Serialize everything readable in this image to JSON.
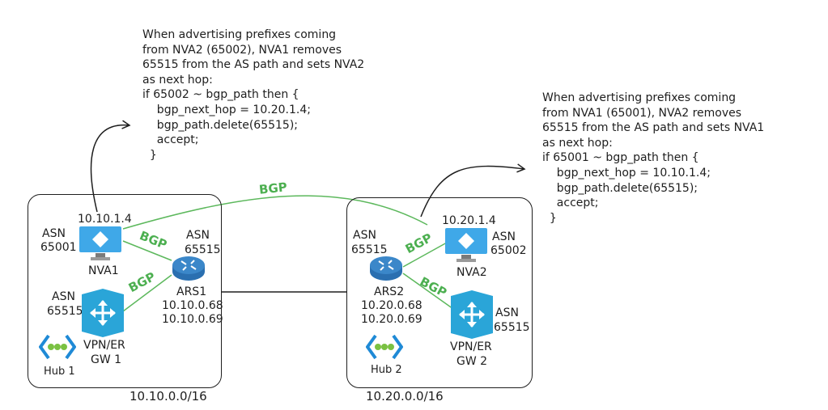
{
  "notes": {
    "nva1": "When advertising prefixes coming\nfrom NVA2 (65002), NVA1 removes\n65515 from the AS path and sets NVA2\nas next hop:\nif 65002 ~ bgp_path then {\n    bgp_next_hop = 10.20.1.4;\n    bgp_path.delete(65515);\n    accept;\n  }",
    "nva2": "When advertising prefixes coming\nfrom NVA1 (65001), NVA2 removes\n65515 from the AS path and sets NVA1\nas next hop:\nif 65001 ~ bgp_path then {\n    bgp_next_hop = 10.10.1.4;\n    bgp_path.delete(65515);\n    accept;\n  }"
  },
  "bgp_label": "BGP",
  "hub1": {
    "label": "Hub 1",
    "prefix": "10.10.0.0/16",
    "nva": {
      "ip": "10.10.1.4",
      "asn_label": "ASN",
      "asn": "65001",
      "name": "NVA1"
    },
    "ars": {
      "asn_label": "ASN",
      "asn": "65515",
      "name": "ARS1",
      "ip1": "10.10.0.68",
      "ip2": "10.10.0.69"
    },
    "gw": {
      "asn_label": "ASN",
      "asn": "65515",
      "name_line1": "VPN/ER",
      "name_line2": "GW 1"
    }
  },
  "hub2": {
    "label": "Hub 2",
    "prefix": "10.20.0.0/16",
    "nva": {
      "ip": "10.20.1.4",
      "asn_label": "ASN",
      "asn": "65002",
      "name": "NVA2"
    },
    "ars": {
      "asn_label": "ASN",
      "asn": "65515",
      "name": "ARS2",
      "ip1": "10.20.0.68",
      "ip2": "10.20.0.69"
    },
    "gw": {
      "asn_label": "ASN",
      "asn": "65515",
      "name_line1": "VPN/ER",
      "name_line2": "GW 2"
    }
  },
  "colors": {
    "bgp": "#4caf50",
    "azure_blue": "#1f8ad6",
    "vm_blue": "#3fa8e8",
    "vnet_green": "#7ac142"
  }
}
